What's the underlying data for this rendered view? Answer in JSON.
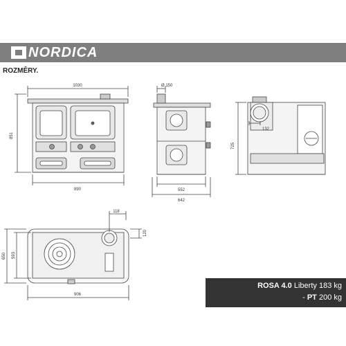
{
  "brand": {
    "name": "NORDICA",
    "banner_color": "#7f7f7f"
  },
  "section_title": "ROZMĚRY.",
  "dimensions": {
    "front_width": "1030",
    "front_height": "851",
    "front_base_width": "890",
    "side_flue_diameter": "Ø 150",
    "side_depth_inner": "552",
    "side_depth_outer": "642",
    "rear_flue_offset": "132",
    "rear_height": "725",
    "top_flue_offset_x": "118",
    "top_flue_offset_y": "120",
    "top_depth_outer": "650",
    "top_depth_inner": "593",
    "top_width": "906"
  },
  "spec": {
    "model": "ROSA 4.0",
    "variant": "Liberty",
    "weight1": "183 kg",
    "prefix2": "- ",
    "variant2": "PT",
    "weight2": "200 kg"
  }
}
